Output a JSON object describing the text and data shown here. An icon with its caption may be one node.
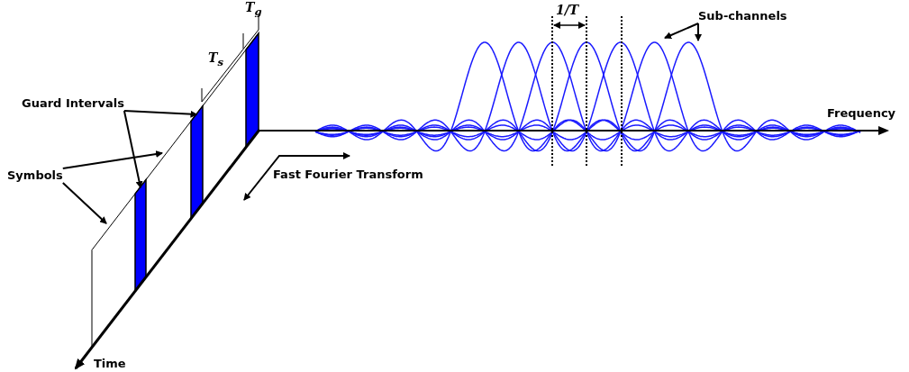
{
  "diagram": {
    "nodes": [
      {
        "text": [
          "Guard Intervals"
        ]
      },
      {
        "text": [
          "Symbols"
        ]
      },
      {
        "text": [
          "Sub-channels"
        ]
      },
      {
        "text": [],
        "shape": "bar"
      },
      {
        "text": [],
        "shape": "bar"
      },
      {
        "text": [],
        "shape": "bar"
      }
    ],
    "edges": [
      {
        "from": 0,
        "to": 4,
        "arrow": "to"
      },
      {
        "from": 0,
        "to": 3,
        "arrow": "to"
      },
      {
        "from": 1,
        "to": null,
        "arrow": "to"
      },
      {
        "from": 1,
        "to": null,
        "arrow": "to"
      },
      {
        "from": 2,
        "to": null,
        "arrow": "to"
      },
      {
        "from": 2,
        "to": null,
        "arrow": "to"
      }
    ],
    "labels": [
      "T$_{g}$",
      "T$_{s}$",
      "1/T",
      "Frequency",
      "Fast Fourier Transform",
      "Time"
    ]
  }
}
